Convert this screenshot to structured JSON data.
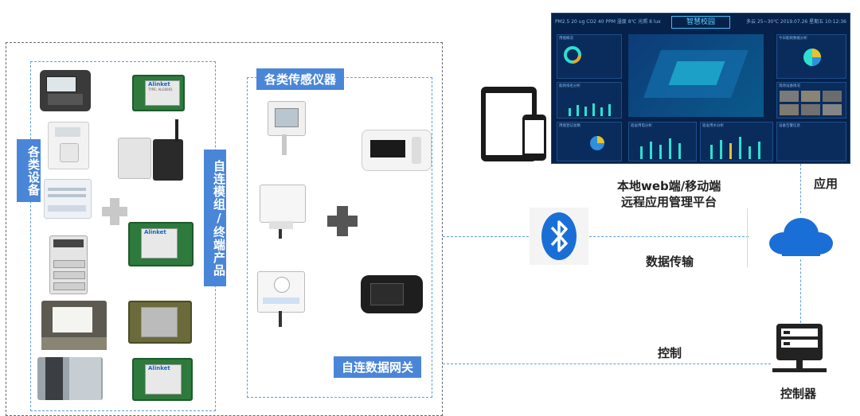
{
  "labels": {
    "devices": "各类设备",
    "modules": "自连模组/终端产品",
    "sensors": "各类传感仪器",
    "gateway": "自连数据网关",
    "platform_line1": "本地web端/移动端",
    "platform_line2": "远程应用管理平台",
    "application": "应用",
    "data_transfer": "数据传输",
    "control": "控制",
    "controller": "控制器"
  },
  "dashboard": {
    "title": "智慧校园",
    "top_left": "PM2.5 20 ug  CO2 40 PPM  湿度 8℃  光照 8 lux",
    "top_right": "多云 25~30℃   2019.07.26 星期五 10:12:36",
    "panels": [
      "用能概况",
      "能耗排名分析",
      "用能登记总数",
      "宿舍用电分析",
      "宿舍用水分析",
      "今日能耗数据分析",
      "现场设备情况",
      "设备告警信息"
    ]
  },
  "module_labels": {
    "brand": "Alinket",
    "model": "TYPE: ALG6001"
  },
  "icons": {
    "bluetooth": "bluetooth-icon",
    "cloud": "cloud-icon",
    "controller": "server-terminal-icon",
    "tablet": "tablet-icon",
    "phone": "phone-icon"
  },
  "colors": {
    "label_blue": "#4a86d8",
    "dashed_blue": "#5aa0e0",
    "cloud_blue": "#1a6fd6",
    "dashboard_bg": "#06214a"
  }
}
